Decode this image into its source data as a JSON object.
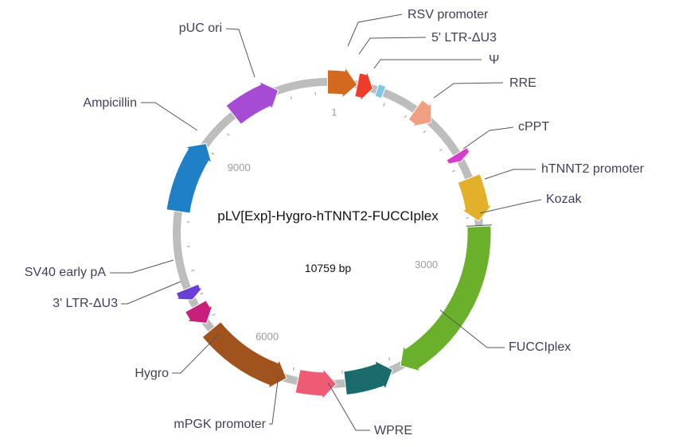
{
  "plasmid": {
    "name": "pLV[Exp]-Hygro-hTNNT2-FUCCIplex",
    "length_label": "10759 bp",
    "total_bp": 10759
  },
  "ticks": [
    {
      "pos": 1,
      "label": "1"
    },
    {
      "pos": 3000,
      "label": "3000"
    },
    {
      "pos": 6000,
      "label": "6000"
    },
    {
      "pos": 9000,
      "label": "9000"
    }
  ],
  "features": [
    {
      "id": "rsv-promoter",
      "label": "RSV  promoter",
      "color": "#d2691e",
      "start": 10650,
      "end": 229,
      "direction": "forward"
    },
    {
      "id": "ltr5",
      "label": "5' LTR-ΔU3",
      "color": "#ee3b2a",
      "start": 229,
      "end": 410,
      "direction": "forward"
    },
    {
      "id": "psi",
      "label": "Ψ",
      "color": "#7ec8e3",
      "start": 460,
      "end": 540,
      "direction": "none"
    },
    {
      "id": "rre",
      "label": "RRE",
      "color": "#f0a080",
      "start": 950,
      "end": 1180,
      "direction": "forward"
    },
    {
      "id": "cppt",
      "label": "cPPT",
      "color": "#d63ec9",
      "start": 1640,
      "end": 1740,
      "direction": "forward"
    },
    {
      "id": "htnnt2-promoter",
      "label": "hTNNT2 promoter",
      "color": "#e3b02c",
      "start": 1950,
      "end": 2450,
      "direction": "forward"
    },
    {
      "id": "kozak",
      "label": "Kozak",
      "color": "#555555",
      "start": 2500,
      "end": 2500,
      "direction": "none"
    },
    {
      "id": "fucciplex",
      "label": "FUCCIplex",
      "color": "#6ab02a",
      "start": 2510,
      "end": 4420,
      "direction": "forward"
    },
    {
      "id": "wpre",
      "label": "WPRE",
      "color": "#1a6b6b",
      "start": 4520,
      "end": 5080,
      "direction": "reverse"
    },
    {
      "id": "mpgk-promoter",
      "label": "mPGK promoter",
      "color": "#ef5a75",
      "start": 5180,
      "end": 5620,
      "direction": "reverse"
    },
    {
      "id": "hygro",
      "label": "Hygro",
      "color": "#a0531d",
      "start": 5750,
      "end": 6780,
      "direction": "reverse"
    },
    {
      "id": "ltr3",
      "label": "3' LTR-ΔU3",
      "color": "#c81f7b",
      "start": 6870,
      "end": 7100,
      "direction": "reverse"
    },
    {
      "id": "sv40-pa",
      "label": "SV40 early pA",
      "color": "#6a3fd6",
      "start": 7180,
      "end": 7320,
      "direction": "reverse"
    },
    {
      "id": "ampicillin",
      "label": "Ampicillin",
      "color": "#1f7fc7",
      "start": 8210,
      "end": 9050,
      "direction": "forward"
    },
    {
      "id": "puc-ori",
      "label": "pUC ori",
      "color": "#a64bd4",
      "start": 9500,
      "end": 10080,
      "direction": "forward"
    }
  ]
}
